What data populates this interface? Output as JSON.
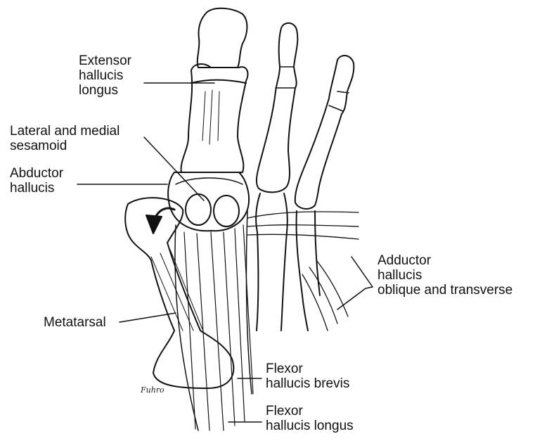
{
  "labels": {
    "extensor_hallucis_longus": "Extensor\nhallucis\nlongus",
    "lateral_medial_sesamoid": "Lateral and medial\nsesamoid",
    "abductor_hallucis": "Abductor\nhallucis",
    "adductor_hallucis": "Adductor\nhallucis\noblique and transverse",
    "metatarsal": "Metatarsal",
    "flexor_hallucis_brevis": "Flexor\nhallucis brevis",
    "flexor_hallucis_longus": "Flexor\nhallucis longus"
  },
  "signature": "Fuhro"
}
